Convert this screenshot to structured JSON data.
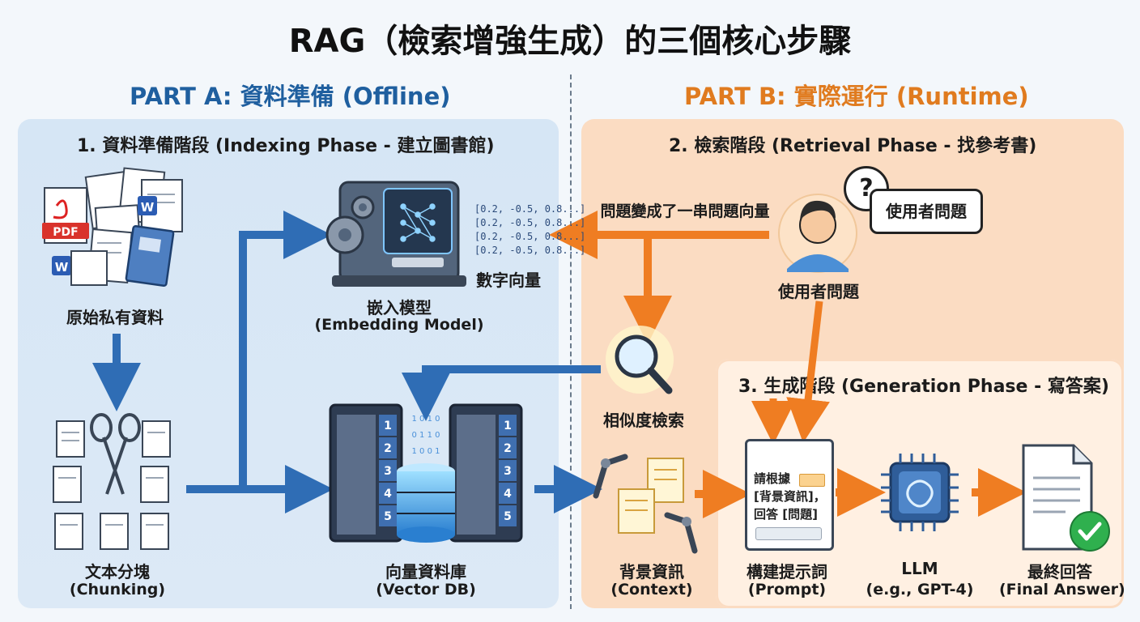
{
  "title": "RAG（檢索增強生成）的三個核心步驟",
  "part_a": {
    "title": "PART A: 資料準備 (Offline)"
  },
  "part_b": {
    "title": "PART B: 實際運行 (Runtime)"
  },
  "indexing": {
    "phase_title": "1. 資料準備階段 (Indexing Phase - 建立圖書館)",
    "raw_data_label": "原始私有資料",
    "pdf_badge": "PDF",
    "word_badge": "W",
    "chunking_label": "文本分塊",
    "chunking_sub": "(Chunking)",
    "embedding_label": "嵌入模型",
    "embedding_sub": "(Embedding Model)",
    "vectors": [
      "[0.2, -0.5, 0.8...]",
      "[0.2, -0.5, 0.8...]",
      "[0.2, -0.5, 0.8...]",
      "[0.2, -0.5, 0.8...]"
    ],
    "vector_label": "數字向量",
    "vectordb_label": "向量資料庫",
    "vectordb_sub": "(Vector DB)",
    "server_numbers": [
      "1",
      "2",
      "3",
      "4",
      "5"
    ]
  },
  "retrieval": {
    "phase_title": "2. 檢索階段 (Retrieval Phase - 找參考書)",
    "query_to_vector_label": "問題變成了一串問題向量",
    "user_bubble": "使用者問題",
    "user_label": "使用者問題",
    "question_mark": "?",
    "similarity_label": "相似度檢索",
    "context_label": "背景資訊",
    "context_sub": "(Context)"
  },
  "generation": {
    "phase_title": "3. 生成階段 (Generation Phase - 寫答案)",
    "prompt_lines": [
      "請根據",
      "[背景資訊]，",
      "回答 [問題]"
    ],
    "prompt_label": "構建提示詞",
    "prompt_sub": "(Prompt)",
    "llm_label": "LLM",
    "llm_sub": "(e.g., GPT-4)",
    "answer_label": "最終回答",
    "answer_sub": "(Final Answer)"
  },
  "colors": {
    "blue_primary": "#1f5f9f",
    "blue_arrow": "#2f6db5",
    "orange_primary": "#e07b1f",
    "orange_arrow": "#ef7d22",
    "panel_blue": "#d6e6f5",
    "panel_orange": "#fbdcc2"
  }
}
